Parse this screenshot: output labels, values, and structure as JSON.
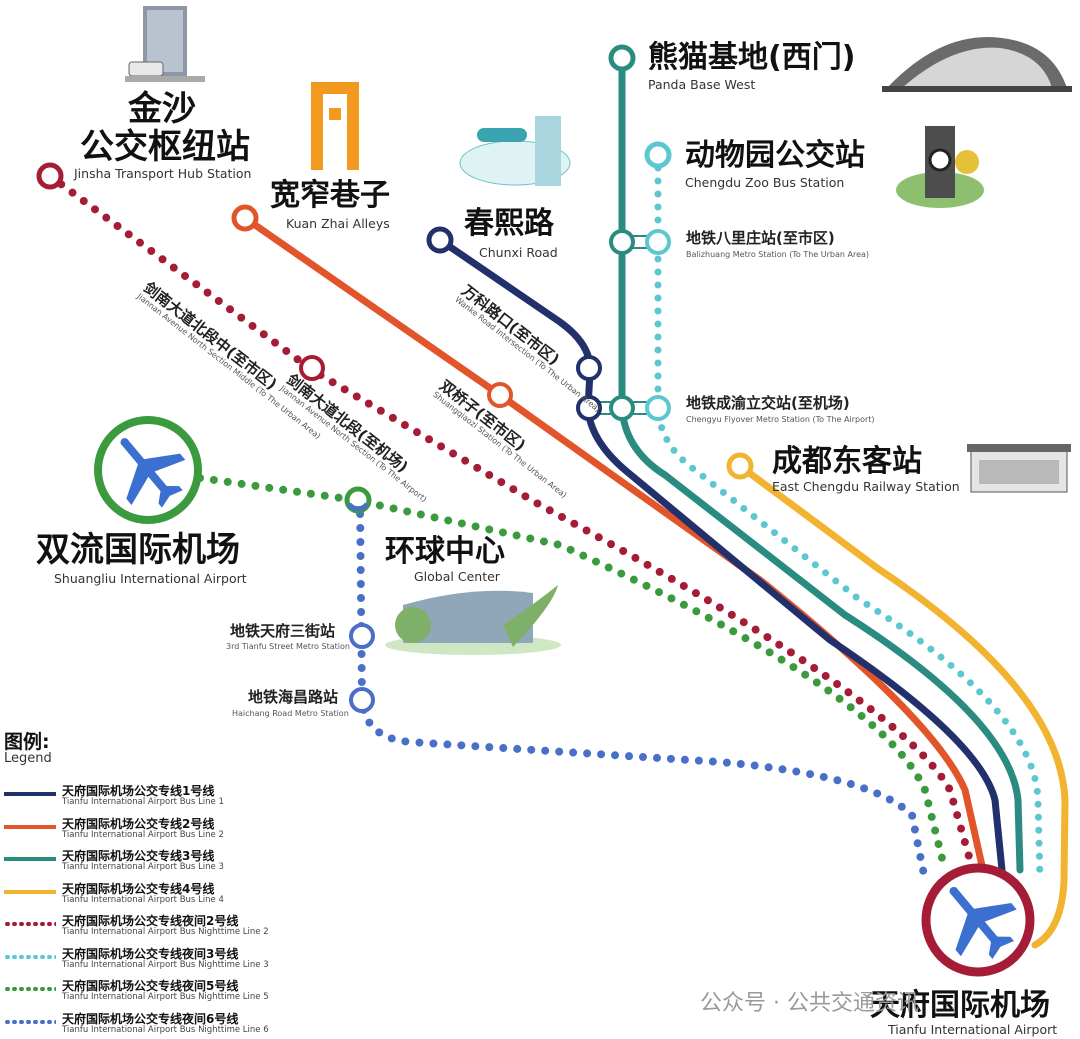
{
  "colors": {
    "line1": "#22306b",
    "line2": "#e2552a",
    "line3": "#2a8c80",
    "line4": "#f2b430",
    "night2": "#a41c36",
    "night3": "#5cc7d0",
    "night5": "#3a9a3d",
    "night6": "#4a6fc8",
    "airport_icon": "#3b6fd0"
  },
  "stations": {
    "jinsha": {
      "zh_1": "金沙",
      "zh_2": "公交枢纽站",
      "en": "Jinsha Transport Hub Station"
    },
    "kuanzhai": {
      "zh": "宽窄巷子",
      "en": "Kuan Zhai Alleys"
    },
    "chunxi": {
      "zh": "春熙路",
      "en": "Chunxi Road"
    },
    "panda": {
      "zh": "熊猫基地(西门)",
      "en": "Panda Base West"
    },
    "zoo": {
      "zh": "动物园公交站",
      "en": "Chengdu Zoo Bus Station"
    },
    "balizhuang": {
      "zh": "地铁八里庄站(至市区)",
      "en": "Balizhuang Metro Station (To The Urban Area)"
    },
    "chengyu": {
      "zh": "地铁成渝立交站(至机场)",
      "en": "Chengyu Flyover Metro Station (To The Airport)"
    },
    "east_chengdu": {
      "zh": "成都东客站",
      "en": "East Chengdu Railway Station"
    },
    "jiannan_mid": {
      "zh": "剑南大道北段中(至市区)",
      "en": "Jiannan Avenue North Section Middle (To The Urban Area)"
    },
    "jiannan_north": {
      "zh": "剑南大道北段(至机场)",
      "en": "Jiannan Avenue North Section (To The Airport)"
    },
    "wanke": {
      "zh": "万科路口(至市区)",
      "en": "Wanke Road Intersection (To The Urban Area)"
    },
    "shuangqiao": {
      "zh": "双桥子(至市区)",
      "en": "Shuangqiaozi Station (To The Urban Area)"
    },
    "shuangliu": {
      "zh": "双流国际机场",
      "en": "Shuangliu International Airport"
    },
    "global_center": {
      "zh": "环球中心",
      "en": "Global Center"
    },
    "tianfu3": {
      "zh": "地铁天府三街站",
      "en": "3rd Tianfu Street Metro Station"
    },
    "haichang": {
      "zh": "地铁海昌路站",
      "en": "Haichang Road Metro Station"
    },
    "tianfu_airport": {
      "zh": "天府国际机场",
      "en": "Tianfu International Airport"
    }
  },
  "legend": {
    "title": "图例:",
    "subtitle": "Legend",
    "items": [
      {
        "zh": "天府国际机场公交专线1号线",
        "en": "Tianfu International Airport Bus Line 1",
        "color": "#22306b",
        "style": "solid"
      },
      {
        "zh": "天府国际机场公交专线2号线",
        "en": "Tianfu International Airport Bus Line 2",
        "color": "#e2552a",
        "style": "solid"
      },
      {
        "zh": "天府国际机场公交专线3号线",
        "en": "Tianfu International Airport Bus Line 3",
        "color": "#2a8c80",
        "style": "solid"
      },
      {
        "zh": "天府国际机场公交专线4号线",
        "en": "Tianfu International Airport Bus Line 4",
        "color": "#f2b430",
        "style": "solid"
      },
      {
        "zh": "天府国际机场公交专线夜间2号线",
        "en": "Tianfu International Airport Bus Nighttime Line 2",
        "color": "#a41c36",
        "style": "dotted"
      },
      {
        "zh": "天府国际机场公交专线夜间3号线",
        "en": "Tianfu International Airport Bus Nighttime Line 3",
        "color": "#5cc7d0",
        "style": "dotted"
      },
      {
        "zh": "天府国际机场公交专线夜间5号线",
        "en": "Tianfu International Airport Bus Nighttime Line 5",
        "color": "#3a9a3d",
        "style": "dotted"
      },
      {
        "zh": "天府国际机场公交专线夜间6号线",
        "en": "Tianfu International Airport Bus Nighttime Line 6",
        "color": "#4a6fc8",
        "style": "dotted"
      }
    ]
  },
  "watermark": "公众号 · 公共交通资讯"
}
